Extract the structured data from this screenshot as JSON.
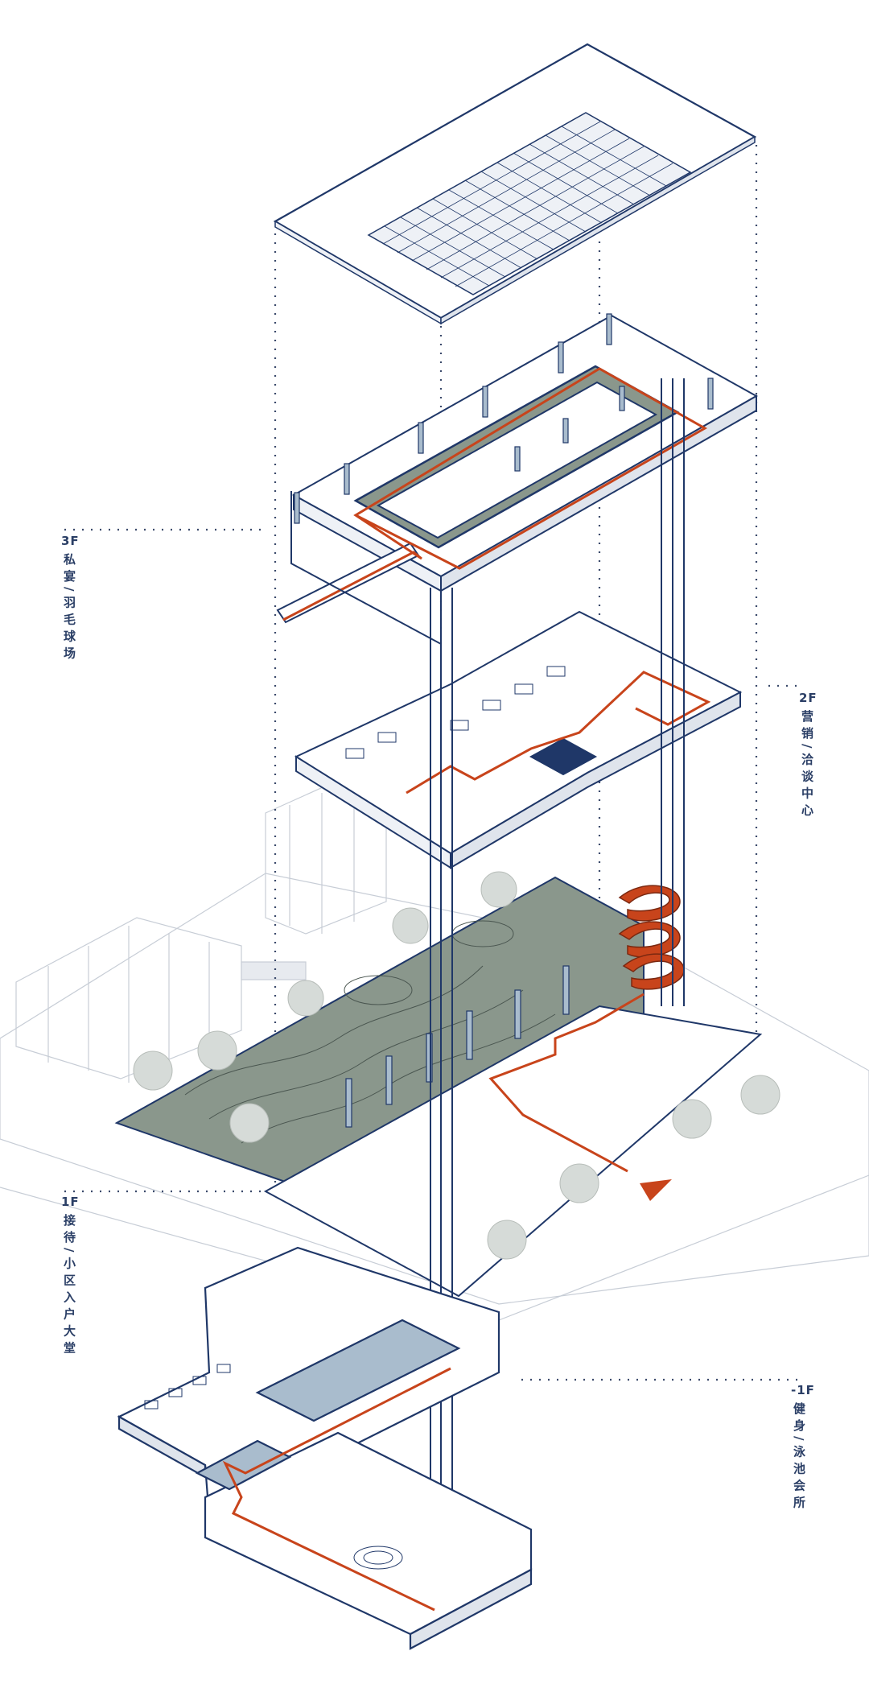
{
  "floors": [
    {
      "code": "3F",
      "name": "私宴/羽毛球场"
    },
    {
      "code": "2F",
      "name": "营销/洽谈中心"
    },
    {
      "code": "1F",
      "name": "接待/小区入户大堂"
    },
    {
      "code": "-1F",
      "name": "健身/泳池会所"
    }
  ],
  "colors": {
    "line": "#1f3768",
    "accent": "#c8441b",
    "lawn": "#8a978c",
    "water": "#a9bccd",
    "ghost": "#c7cdd6",
    "paper": "#ffffff"
  }
}
